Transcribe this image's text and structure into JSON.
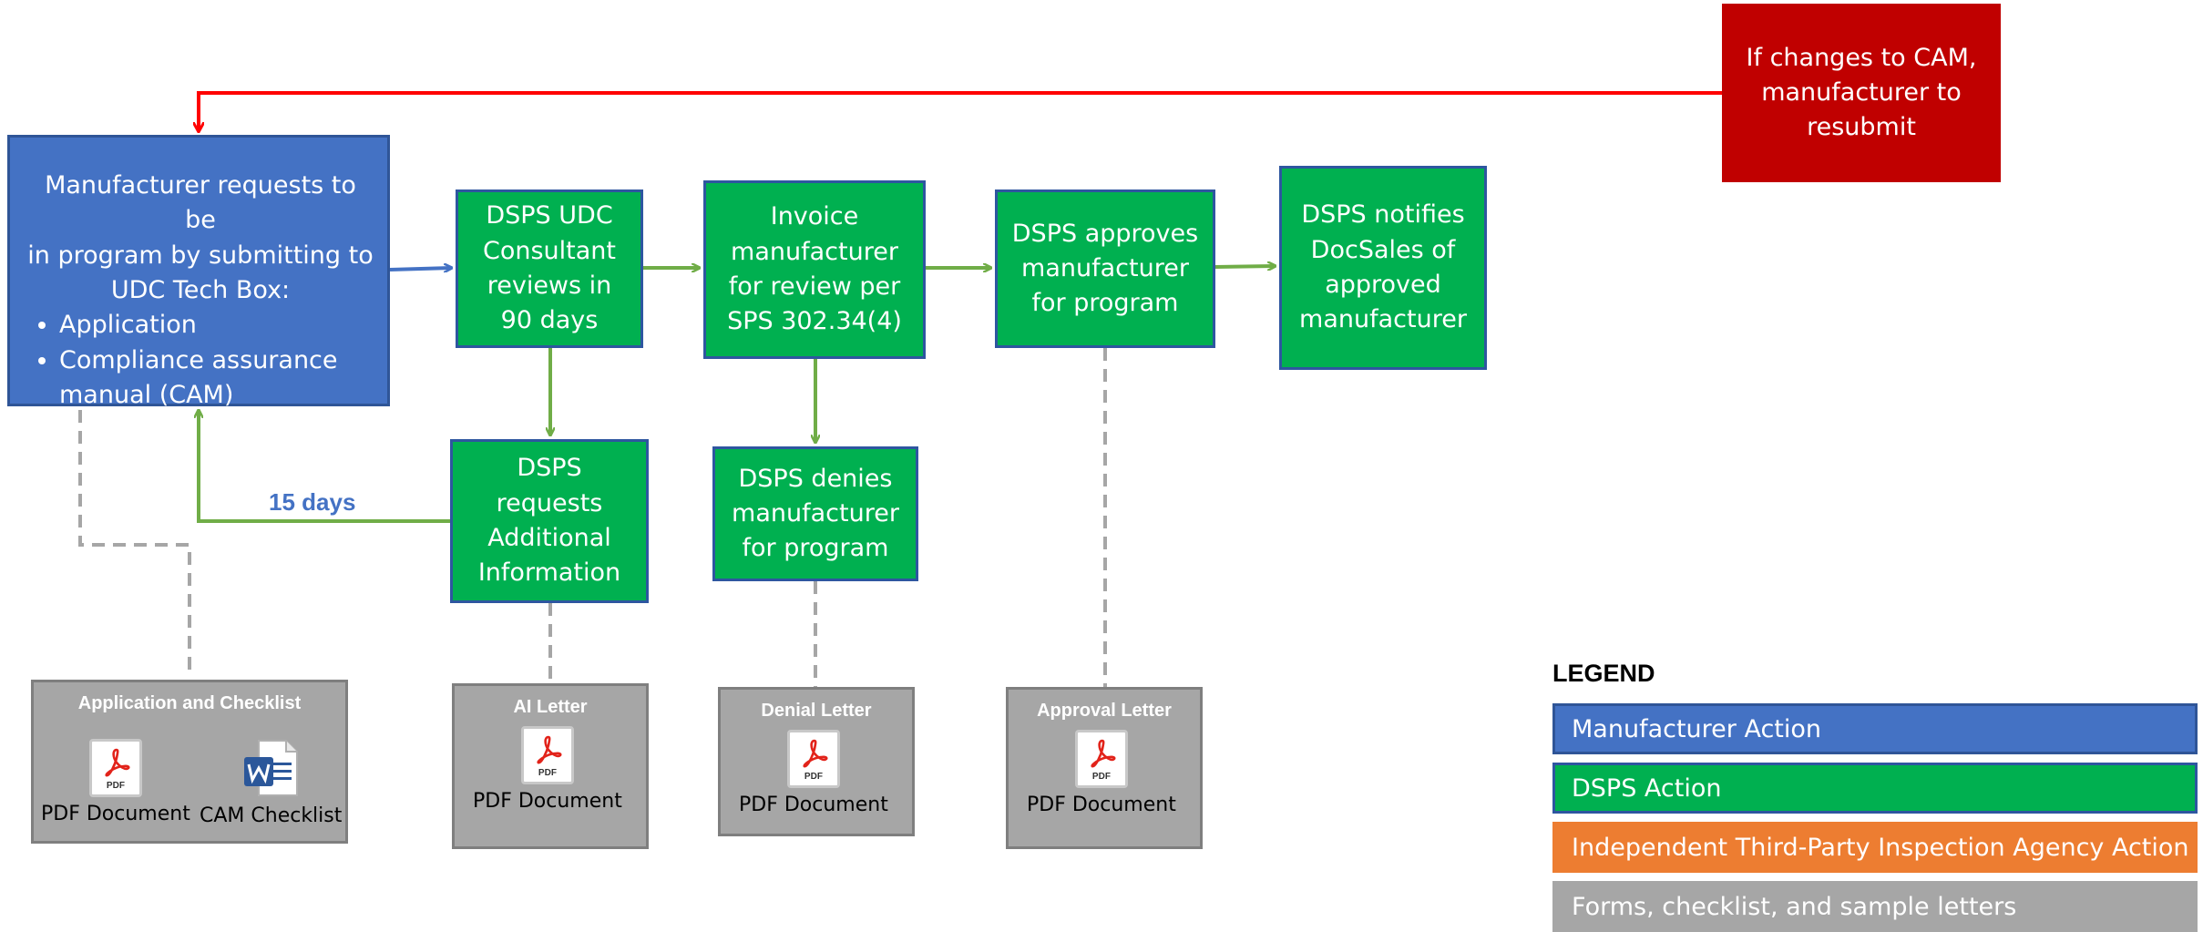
{
  "colors": {
    "manufacturer": "#4472c4",
    "dsps": "#00b050",
    "third_party": "#ed7d31",
    "forms": "#a6a6a6",
    "resubmit": "#c00000",
    "days_label": "#4472c4"
  },
  "boxes": {
    "manufacturer_request": {
      "intro": "Manufacturer requests to be\nin program by submitting to\nUDC Tech Box:",
      "bullets": [
        "Application",
        "Compliance assurance\nmanual (CAM)"
      ]
    },
    "consultant_review": "DSPS UDC\nConsultant\nreviews in\n90 days",
    "invoice": "Invoice\nmanufacturer\nfor review per\nSPS 302.34(4)",
    "approves": "DSPS approves\nmanufacturer\nfor program",
    "notifies": "DSPS notifies\nDocSales of\napproved\nmanufacturer",
    "requests_info": "DSPS\nrequests\nAdditional\nInformation",
    "denies": "DSPS denies\nmanufacturer\nfor program",
    "resubmit": "If changes to CAM,\nmanufacturer to\nresubmit"
  },
  "labels": {
    "days": "15 days"
  },
  "documents": {
    "application": {
      "title": "Application and Checklist",
      "items": [
        {
          "icon": "pdf-icon",
          "caption": "PDF Document"
        },
        {
          "icon": "word-icon",
          "caption": "CAM Checklist"
        }
      ]
    },
    "ai_letter": {
      "title": "AI  Letter",
      "items": [
        {
          "icon": "pdf-icon",
          "caption": "PDF Document"
        }
      ]
    },
    "denial_letter": {
      "title": "Denial Letter",
      "items": [
        {
          "icon": "pdf-icon",
          "caption": "PDF Document"
        }
      ]
    },
    "approval_letter": {
      "title": "Approval Letter",
      "items": [
        {
          "icon": "pdf-icon",
          "caption": "PDF Document"
        }
      ]
    }
  },
  "legend": {
    "title": "LEGEND",
    "items": [
      {
        "label": "Manufacturer Action",
        "color": "#4472c4"
      },
      {
        "label": "DSPS Action",
        "color": "#00b050"
      },
      {
        "label": "Independent Third-Party Inspection Agency Action",
        "color": "#ed7d31"
      },
      {
        "label": "Forms, checklist, and sample letters",
        "color": "#a6a6a6"
      }
    ]
  }
}
